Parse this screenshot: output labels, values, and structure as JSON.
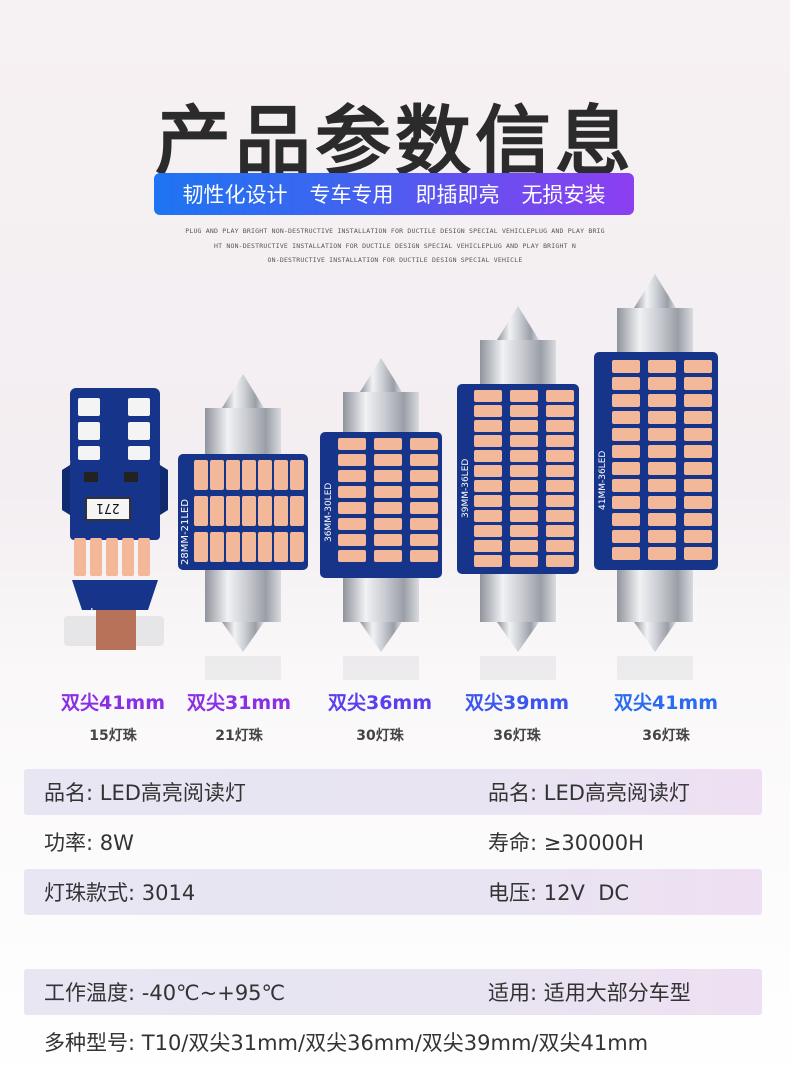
{
  "header": {
    "title": "产品参数信息",
    "banner_items": [
      "韧性化设计",
      "专车专用",
      "即插即亮",
      "无损安装"
    ],
    "subtext_lines": [
      "PLUG AND PLAY BRIGHT NON-DESTRUCTIVE INSTALLATION FOR DUCTILE DESIGN SPECIAL VEHICLEPLUG AND PLAY BRIG",
      "HT NON-DESTRUCTIVE INSTALLATION FOR DUCTILE DESIGN SPECIAL VEHICLEPLUG AND PLAY BRIGHT N",
      "ON-DESTRUCTIVE INSTALLATION FOR DUCTILE DESIGN SPECIAL VEHICLE"
    ]
  },
  "bulbs": [
    {
      "name": "双尖41mm",
      "count": "15灯珠",
      "color": "#8b2fe6",
      "pcb_label": "271"
    },
    {
      "name": "双尖31mm",
      "count": "21灯珠",
      "color": "#8b2fe6",
      "pcb_label": "28MM-21LED"
    },
    {
      "name": "双尖36mm",
      "count": "30灯珠",
      "color": "#5a3ff0",
      "pcb_label": "36MM-30LED"
    },
    {
      "name": "双尖39mm",
      "count": "36灯珠",
      "color": "#3a55f0",
      "pcb_label": "39MM-36LED"
    },
    {
      "name": "双尖41mm",
      "count": "36灯珠",
      "color": "#2a6cf0",
      "pcb_label": "41MM-36LED"
    }
  ],
  "specs": [
    {
      "left": "品名: LED高亮阅读灯",
      "right": "品名: LED高亮阅读灯",
      "shaded": true
    },
    {
      "left": "功率: 8W",
      "right": "寿命: ≥30000H",
      "shaded": false
    },
    {
      "left": "灯珠款式: 3014",
      "right": "电压: 12V  DC",
      "shaded": true
    },
    {
      "left": "工作温度: -40℃~+95℃",
      "right": "适用: 适用大部分车型",
      "shaded": true
    },
    {
      "left": "多种型号: T10/双尖31mm/双尖36mm/双尖39mm/双尖41mm",
      "right": "",
      "shaded": false
    }
  ],
  "colors": {
    "pcb": "#16348a",
    "led": "#f3b89a",
    "metal": "#c9cbd0",
    "banner_start": "#1e74f2",
    "banner_end": "#8c3ff0"
  }
}
